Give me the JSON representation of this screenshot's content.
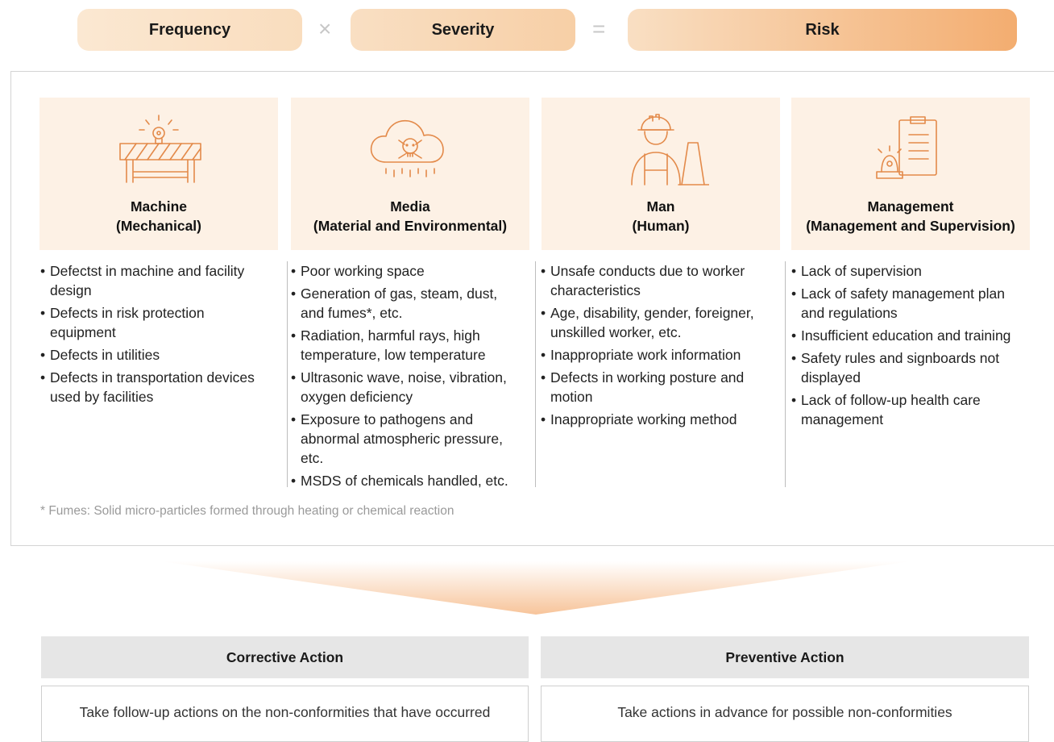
{
  "formula": {
    "frequency": "Frequency",
    "times": "×",
    "severity": "Severity",
    "equals": "=",
    "risk": "Risk"
  },
  "factors": [
    {
      "icon": "barricade-icon",
      "title_line1": "Machine",
      "title_line2": "(Mechanical)",
      "items": [
        "Defectst in machine and facility design",
        "Defects in risk protection equipment",
        "Defects in utilities",
        "Defects in transportation devices used by facilities"
      ]
    },
    {
      "icon": "toxic-cloud-icon",
      "title_line1": "Media",
      "title_line2": "(Material and Environmental)",
      "items": [
        "Poor working space",
        "Generation of gas, steam, dust, and fumes*, etc.",
        "Radiation, harmful rays, high temperature, low temperature",
        "Ultrasonic wave, noise, vibration, oxygen deficiency",
        "Exposure to pathogens and abnormal atmospheric pressure, etc.",
        "MSDS of chemicals handled, etc."
      ]
    },
    {
      "icon": "worker-icon",
      "title_line1": "Man",
      "title_line2": "(Human)",
      "items": [
        "Unsafe conducts due to worker characteristics",
        "Age, disability, gender, foreigner, unskilled worker, etc.",
        "Inappropriate work information",
        "Defects in working posture and motion",
        "Inappropriate working method"
      ]
    },
    {
      "icon": "clipboard-alarm-icon",
      "title_line1": "Management",
      "title_line2": "(Management and Supervision)",
      "items": [
        "Lack of supervision",
        "Lack of safety management plan and regulations",
        "Insufficient education and training",
        "Safety rules and signboards not displayed",
        "Lack of follow-up health care management"
      ]
    }
  ],
  "footnote": "* Fumes: Solid micro-particles formed through heating or chemical reaction",
  "actions": {
    "corrective": {
      "title": "Corrective Action",
      "description": "Take follow-up actions on the non-conformities that have occurred"
    },
    "preventive": {
      "title": "Preventive Action",
      "description": "Take actions in advance for possible non-conformities"
    }
  }
}
